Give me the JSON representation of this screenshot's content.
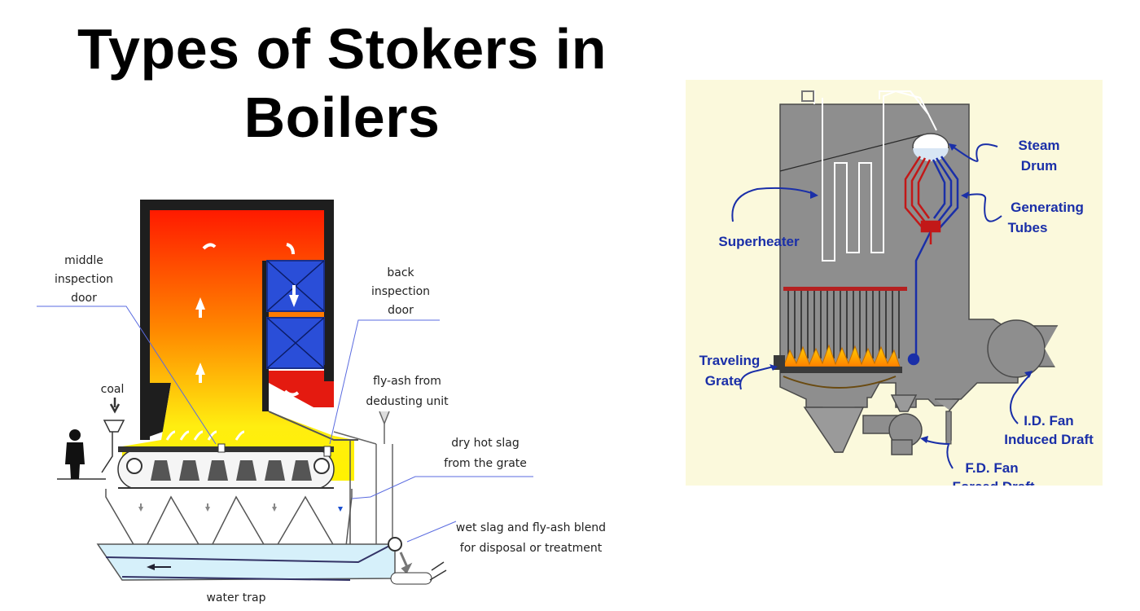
{
  "title": "Types of Stokers in Boilers",
  "left_diagram": {
    "labels": {
      "middle_door": [
        "middle",
        "inspection",
        "door"
      ],
      "back_door": [
        "back",
        "inspection",
        "door"
      ],
      "coal": "coal",
      "fly_ash": [
        "fly-ash from",
        "dedusting unit"
      ],
      "dry_slag": [
        "dry hot slag",
        "from the grate"
      ],
      "wet_slag": [
        "wet slag and fly-ash blend",
        "for disposal or treatment"
      ],
      "water_trap": "water trap"
    }
  },
  "right_diagram": {
    "labels": {
      "steam_drum": [
        "Steam",
        "Drum"
      ],
      "generating_tubes": [
        "Generating",
        "Tubes"
      ],
      "superheater": "Superheater",
      "traveling_grate": [
        "Traveling",
        "Grate"
      ],
      "id_fan": [
        "I.D. Fan",
        "Induced Draft"
      ],
      "fd_fan": [
        "F.D. Fan",
        "Forced Draft"
      ]
    }
  },
  "colors": {
    "accent_blue": "#1a2fa8",
    "boiler_gray": "#8e8e8e",
    "panel_bg": "#fbf9dc"
  }
}
